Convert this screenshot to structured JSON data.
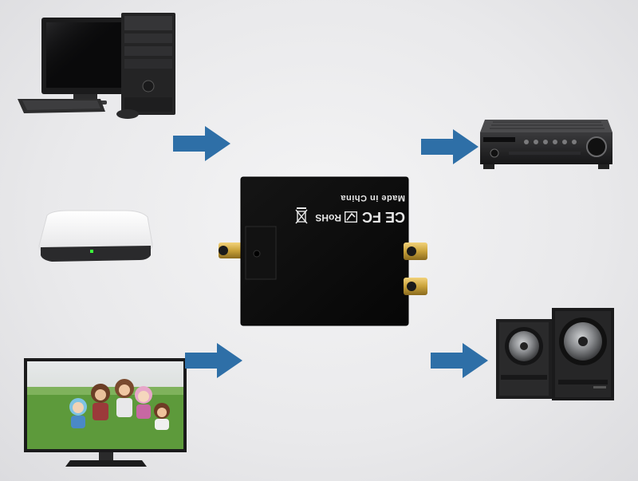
{
  "converter": {
    "made_in": "Made in China",
    "rohs": "RoHS",
    "fc": "FC",
    "ce": "CE"
  },
  "colors": {
    "arrow": "#2e6fa7",
    "device_black": "#0d0d0d",
    "rca_gold": "#c9a23a"
  },
  "icons": [
    "desktop-computer-icon",
    "set-top-box-icon",
    "television-icon",
    "amplifier-receiver-icon",
    "speakers-icon",
    "dac-converter-icon"
  ]
}
